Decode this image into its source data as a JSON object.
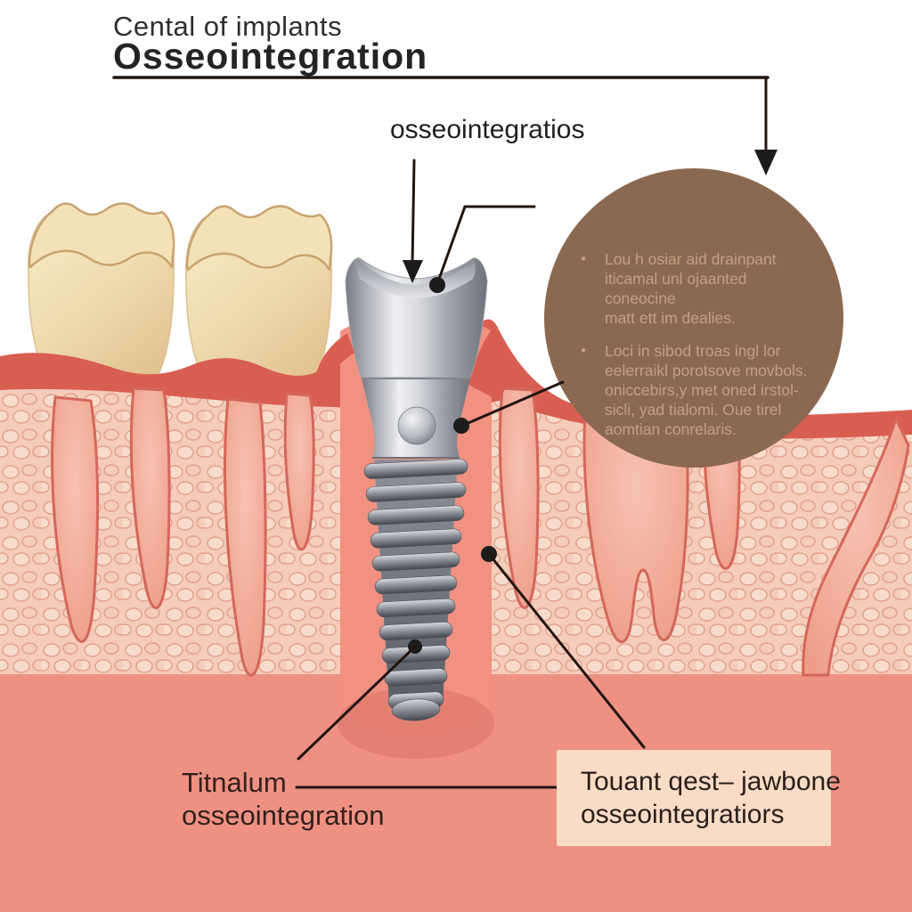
{
  "header": {
    "subtitle": "Cental of implants",
    "title": "Osseointegration"
  },
  "annotations": {
    "abutment_label": "osseointegratios",
    "titanium_label": {
      "lines": [
        "Titnalum",
        "osseointegration"
      ]
    },
    "jawbone_box": {
      "lines": [
        "Touant qest– jawbone",
        "osseointegratiors"
      ]
    }
  },
  "callout": {
    "bullets": [
      {
        "lines": [
          "Lou h osiar aid drainpant",
          "iticamal unl ojaanted coneocine",
          "matt ett im dealies."
        ]
      },
      {
        "lines": [
          "Loci in sibod troas ingl lor",
          "eelerraikl porotsove movbols.",
          "oniccebirs,y met oned irstol-",
          "sicli, yad tialomi. Oue tirel",
          "aomtian conrelaris."
        ]
      }
    ]
  },
  "icons": {
    "bullet": "•",
    "title_arrow": "down-arrow",
    "label_arrow": "down-arrow"
  },
  "colors": {
    "callout_circle": "#8b6950",
    "callout_text": "#c79d83",
    "gum_ridge": "#d95e52",
    "bone": "#f5cbb9",
    "jaw_band": "#ee9183",
    "box_fill": "#f8dcc6",
    "implant_metal": "#c6c9cf",
    "tooth": "#eed9ab",
    "leader_line": "#231410",
    "title_text": "#2a2a2a"
  }
}
